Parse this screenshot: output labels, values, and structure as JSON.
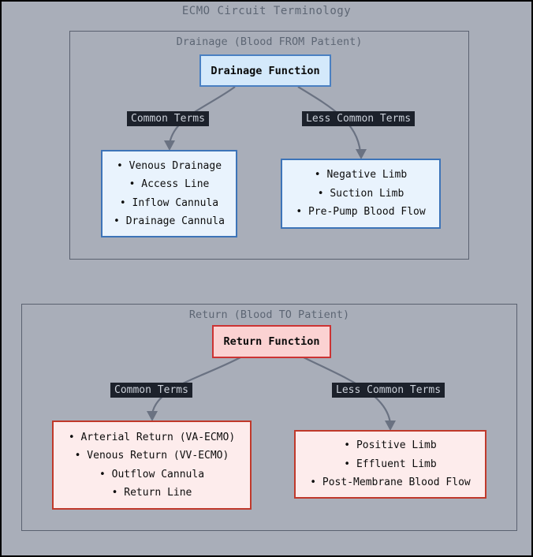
{
  "title": "ECMO Circuit Terminology",
  "colors": {
    "background": "#a9aeb9",
    "page_border": "#000000",
    "container_border": "#5a6170",
    "section_title": "#5d6674",
    "edge": "#6a7282",
    "edge_label_bg": "#1c212b",
    "edge_label_text": "#ccd1da",
    "text": "#0d0d0d"
  },
  "sections": [
    {
      "title": "Drainage (Blood FROM Patient)",
      "function_label": "Drainage Function",
      "edge_labels": {
        "common": "Common Terms",
        "less_common": "Less Common Terms"
      },
      "common_terms": [
        "Venous Drainage",
        "Access Line",
        "Inflow Cannula",
        "Drainage Cannula"
      ],
      "less_common_terms": [
        "Negative Limb",
        "Suction Limb",
        "Pre-Pump Blood Flow"
      ],
      "colors": {
        "function_fill": "#d4e9fb",
        "function_border": "#4a80c2",
        "list_fill": "#e9f3fd",
        "list_border": "#3d74b8"
      }
    },
    {
      "title": "Return (Blood TO Patient)",
      "function_label": "Return Function",
      "edge_labels": {
        "common": "Common Terms",
        "less_common": "Less Common Terms"
      },
      "common_terms": [
        "Arterial Return (VA-ECMO)",
        "Venous Return (VV-ECMO)",
        "Outflow Cannula",
        "Return Line"
      ],
      "less_common_terms": [
        "Positive Limb",
        "Effluent Limb",
        "Post-Membrane Blood Flow"
      ],
      "colors": {
        "function_fill": "#fbd2d2",
        "function_border": "#cc3333",
        "list_fill": "#fdecec",
        "list_border": "#c0392b"
      }
    }
  ]
}
